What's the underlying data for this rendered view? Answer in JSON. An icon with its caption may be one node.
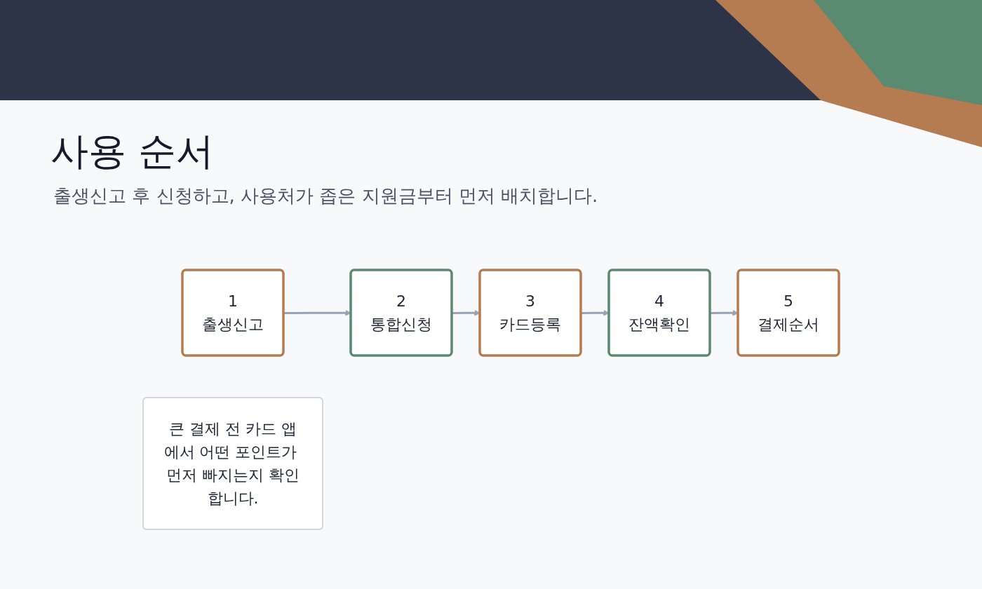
{
  "diagram": {
    "title": "사용 순서",
    "nodes": [
      {
        "text": [
          "1",
          "출생신고"
        ]
      },
      {
        "text": [
          "2",
          "통합신청"
        ]
      },
      {
        "text": [
          "3",
          "카드등록"
        ]
      },
      {
        "text": [
          "4",
          "잔액확인"
        ]
      },
      {
        "text": [
          "5",
          "결제순서"
        ]
      },
      {
        "text": [
          "큰 결제 전 카드 앱에서 어떤 포인트가 먼저 빠지는지 확인합니다."
        ]
      }
    ],
    "edges": [
      {
        "from": 0,
        "to": 1,
        "arrow": "to"
      },
      {
        "from": 1,
        "to": 2,
        "arrow": "to"
      },
      {
        "from": 2,
        "to": 3,
        "arrow": "to"
      },
      {
        "from": 3,
        "to": 4,
        "arrow": "to"
      }
    ],
    "labels": [
      "출생신고 후 신청하고, 사용처가 좁은 지원금부터 먼저 배치합니다."
    ]
  }
}
